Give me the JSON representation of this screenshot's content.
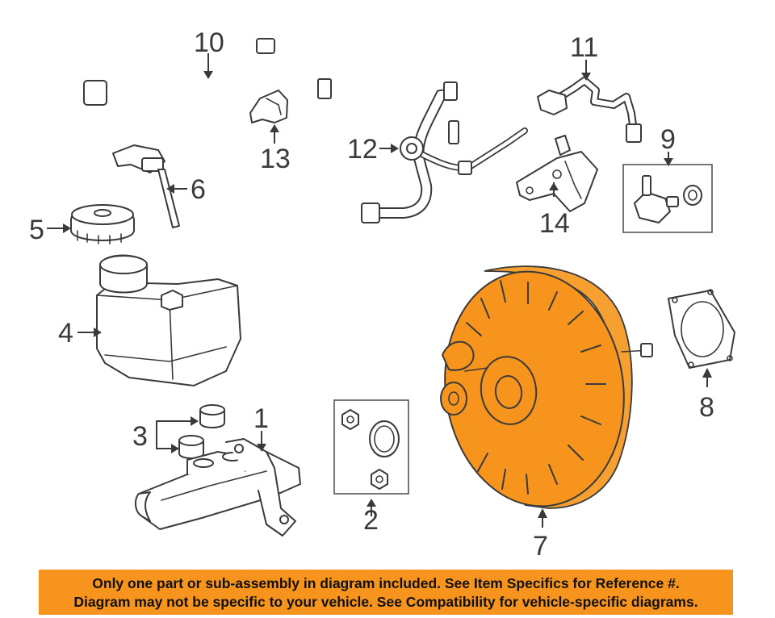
{
  "callouts": {
    "c1": "1",
    "c2": "2",
    "c3": "3",
    "c4": "4",
    "c5": "5",
    "c6": "6",
    "c7": "7",
    "c8": "8",
    "c9": "9",
    "c10": "10",
    "c11": "11",
    "c12": "12",
    "c13": "13",
    "c14": "14"
  },
  "highlight_color": "#f7941d",
  "highlighted_part": "7",
  "disclaimer": {
    "line1": "Only one part or sub-assembly in diagram included. See Item Specifics for Reference #.",
    "line2": "Diagram may not be specific to your vehicle. See Compatibility for vehicle-specific diagrams."
  }
}
